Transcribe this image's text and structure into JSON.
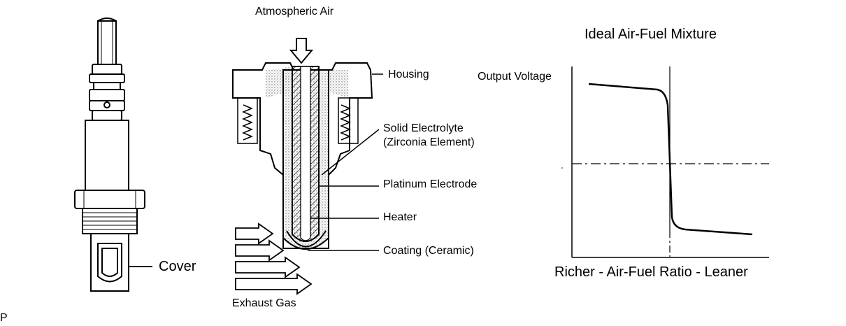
{
  "labels": {
    "atmospheric_air": "Atmospheric Air",
    "housing": "Housing",
    "solid_electrolyte_1": "Solid  Electrolyte",
    "solid_electrolyte_2": "(Zirconia Element)",
    "platinum_electrode": "Platinum Electrode",
    "heater": "Heater",
    "coating": "Coating (Ceramic)",
    "exhaust_gas": "Exhaust Gas",
    "cover": "Cover",
    "corner_mark": "P"
  },
  "graph": {
    "title": "Ideal Air-Fuel Mixture",
    "ylabel": "Output Voltage",
    "xlabel": "Richer - Air-Fuel Ratio - Leaner"
  }
}
